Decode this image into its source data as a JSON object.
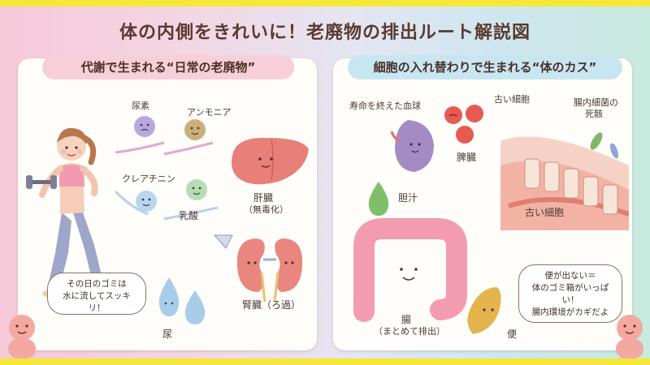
{
  "title": "体の内側をきれいに！老廃物の排出ルート解説図",
  "left": {
    "heading": "代謝で生まれる“日常の老廃物”",
    "labels": {
      "urea": "尿素",
      "ammonia": "アンモニア",
      "creatinine": "クレアチニン",
      "lactic": "乳酸",
      "liver_1": "肝臓",
      "liver_2": "（無毒化）",
      "kidney": "腎臓（ろ過）",
      "urine": "尿"
    },
    "bubble": [
      "その日のゴミは",
      "水に流してスッキリ！"
    ]
  },
  "right": {
    "heading": "細胞の入れ替わりで生まれる“体のカス”",
    "labels": {
      "blood": "寿命を終えた血球",
      "old_cell_top": "古い細胞",
      "bacteria_1": "腸内細菌の",
      "bacteria_2": "死骸",
      "spleen": "脾臓",
      "bile": "胆汁",
      "old_cell_mid": "古い細胞",
      "intestine_1": "腸",
      "intestine_2": "（まとめて排出）",
      "stool": "便"
    },
    "bubble": [
      "便が出ない＝",
      "体のゴミ箱がいっぱい！",
      "腸内環境がカギだよ"
    ]
  }
}
